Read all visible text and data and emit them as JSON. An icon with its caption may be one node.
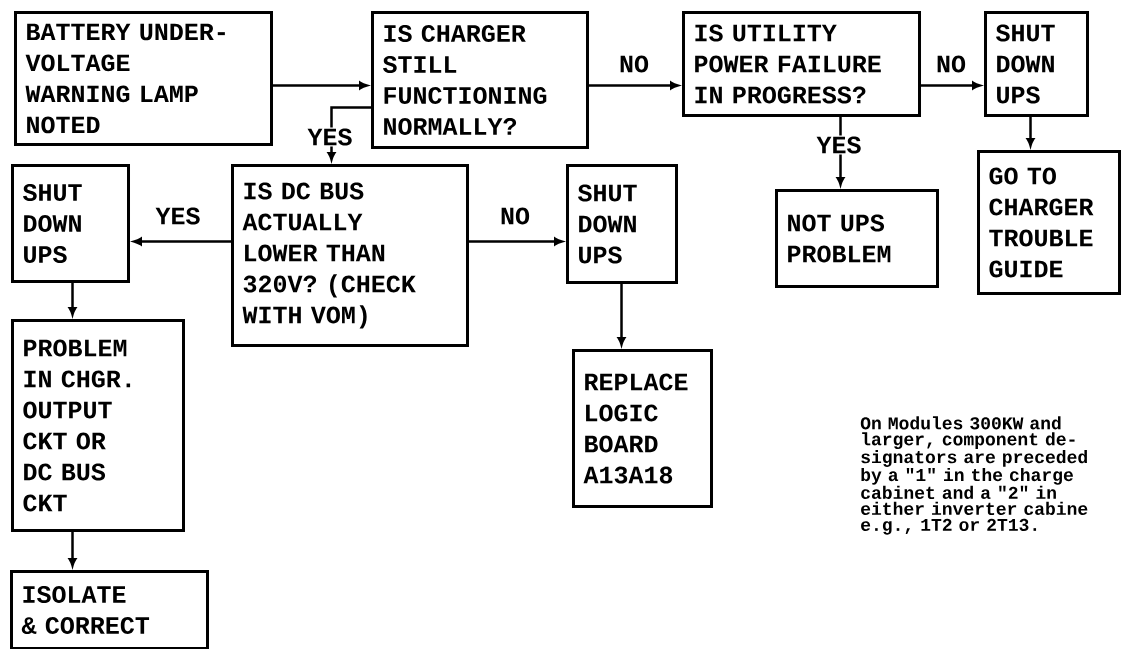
{
  "diagram": {
    "nodes": [
      {
        "text": [
          "BATTERY UNDER-VOLTAGE WARNING LAMP NOTED"
        ]
      },
      {
        "text": [
          "IS CHARGER STILL FUNCTIONING NORMALLY?"
        ]
      },
      {
        "text": [
          "IS UTILITY POWER FAILURE IN PROGRESS?"
        ]
      },
      {
        "text": [
          "SHUT DOWN UPS"
        ]
      },
      {
        "text": [
          "GO TO CHARGER TROUBLE GUIDE"
        ]
      },
      {
        "text": [
          "NOT UPS PROBLEM"
        ]
      },
      {
        "text": [
          "SHUT DOWN UPS"
        ]
      },
      {
        "text": [
          "IS DC BUS ACTUALLY LOWER THAN 320V? (CHECK WITH VOM)"
        ]
      },
      {
        "text": [
          "SHUT DOWN UPS"
        ]
      },
      {
        "text": [
          "PROBLEM IN CHGR. OUTPUT CKT OR DC BUS CKT"
        ]
      },
      {
        "text": [
          "REPLACE LOGIC BOARD A13A18"
        ]
      },
      {
        "text": [
          "ISOLATE & CORRECT"
        ]
      }
    ],
    "edges": [
      {
        "from": 0,
        "to": 1,
        "arrow": "to"
      },
      {
        "from": 1,
        "to": 2,
        "arrow": "to",
        "label": "NO"
      },
      {
        "from": 2,
        "to": 3,
        "arrow": "to",
        "label": "NO"
      },
      {
        "from": 3,
        "to": 4,
        "arrow": "to"
      },
      {
        "from": 2,
        "to": 5,
        "arrow": "to",
        "label": "YES"
      },
      {
        "from": 1,
        "to": 7,
        "arrow": "to",
        "label": "YES"
      },
      {
        "from": 7,
        "to": 6,
        "arrow": "to",
        "label": "YES"
      },
      {
        "from": 7,
        "to": 8,
        "arrow": "to",
        "label": "NO"
      },
      {
        "from": 6,
        "to": 9,
        "arrow": "to"
      },
      {
        "from": 8,
        "to": 10,
        "arrow": "to"
      },
      {
        "from": 9,
        "to": 11,
        "arrow": "to"
      }
    ],
    "labels": [
      "On Modules 300KW and larger, component de-signators are preceded by a \"1\" in the charge cabinet and a \"2\" in either inverter cabine e.g., 1T2 or 2T13."
    ]
  }
}
